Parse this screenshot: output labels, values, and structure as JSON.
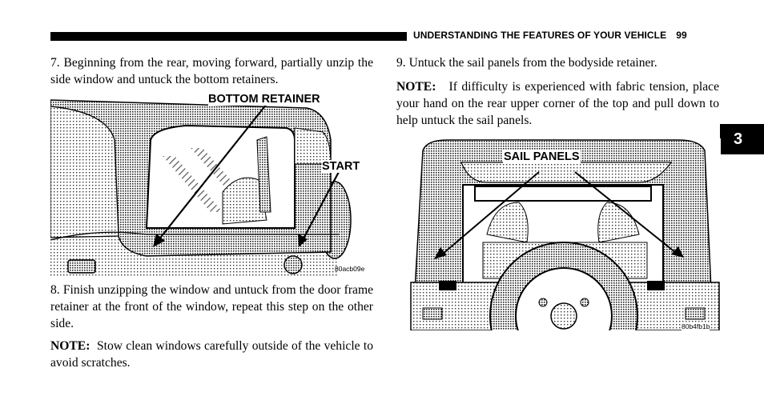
{
  "header": {
    "section_title": "UNDERSTANDING THE FEATURES OF YOUR VEHICLE",
    "page_number": "99"
  },
  "chapter_tab": "3",
  "left_column": {
    "step7": "7. Beginning from the rear, moving forward, partially unzip the side window and untuck the bottom retainers.",
    "figure1": {
      "label_bottom_retainer": "BOTTOM RETAINER",
      "label_start": "START",
      "code": "80acb09e"
    },
    "step8": "8. Finish unzipping the window and untuck from the door frame retainer at the front of the window, repeat this step on the other side.",
    "note2": {
      "label": "NOTE:",
      "text": "Stow clean windows carefully outside of the vehicle to avoid scratches."
    }
  },
  "right_column": {
    "step9": "9. Untuck the sail panels from the bodyside retainer.",
    "note1": {
      "label": "NOTE:",
      "text": "If difficulty is experienced with fabric tension, place your hand on the rear upper corner of the top and pull down to help untuck the sail panels."
    },
    "figure2": {
      "label_sail_panels": "SAIL PANELS",
      "code": "80b4fb1b"
    }
  }
}
